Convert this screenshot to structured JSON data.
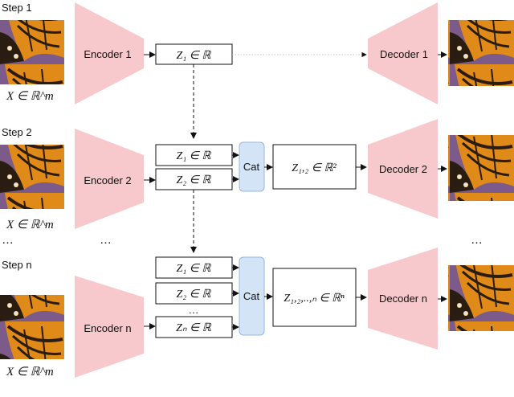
{
  "steps": [
    {
      "label": "Step 1",
      "input_label": "X ∈ ℝ^m",
      "encoder": "Encoder 1",
      "latents": [
        "Z₁ ∈ ℝ"
      ],
      "decoder": "Decoder 1"
    },
    {
      "label": "Step 2",
      "input_label": "X ∈ ℝ^m",
      "encoder": "Encoder 2",
      "latents": [
        "Z₁ ∈ ℝ",
        "Z₂ ∈ ℝ"
      ],
      "cat": "Cat",
      "combined": "Z₁,₂ ∈ ℝ²",
      "decoder": "Decoder 2"
    },
    {
      "label": "Step n",
      "input_label": "X ∈ ℝ^m",
      "encoder": "Encoder n",
      "latents": [
        "Z₁ ∈ ℝ",
        "Z₂ ∈ ℝ",
        "Zₙ ∈ ℝ"
      ],
      "latent_ellipsis": "…",
      "cat": "Cat",
      "combined": "Z₁,₂,..,ₙ ∈ ℝⁿ",
      "decoder": "Decoder n"
    }
  ],
  "ellipsis_left": "…",
  "ellipsis_mid": "…",
  "ellipsis_right": "…",
  "colors": {
    "trapezoid": "#f7c9cc",
    "cat": "#d4e4f7",
    "butterfly_orange": "#e08a1a",
    "butterfly_dark": "#2a1c10",
    "butterfly_bg": "#7c5a8a"
  }
}
